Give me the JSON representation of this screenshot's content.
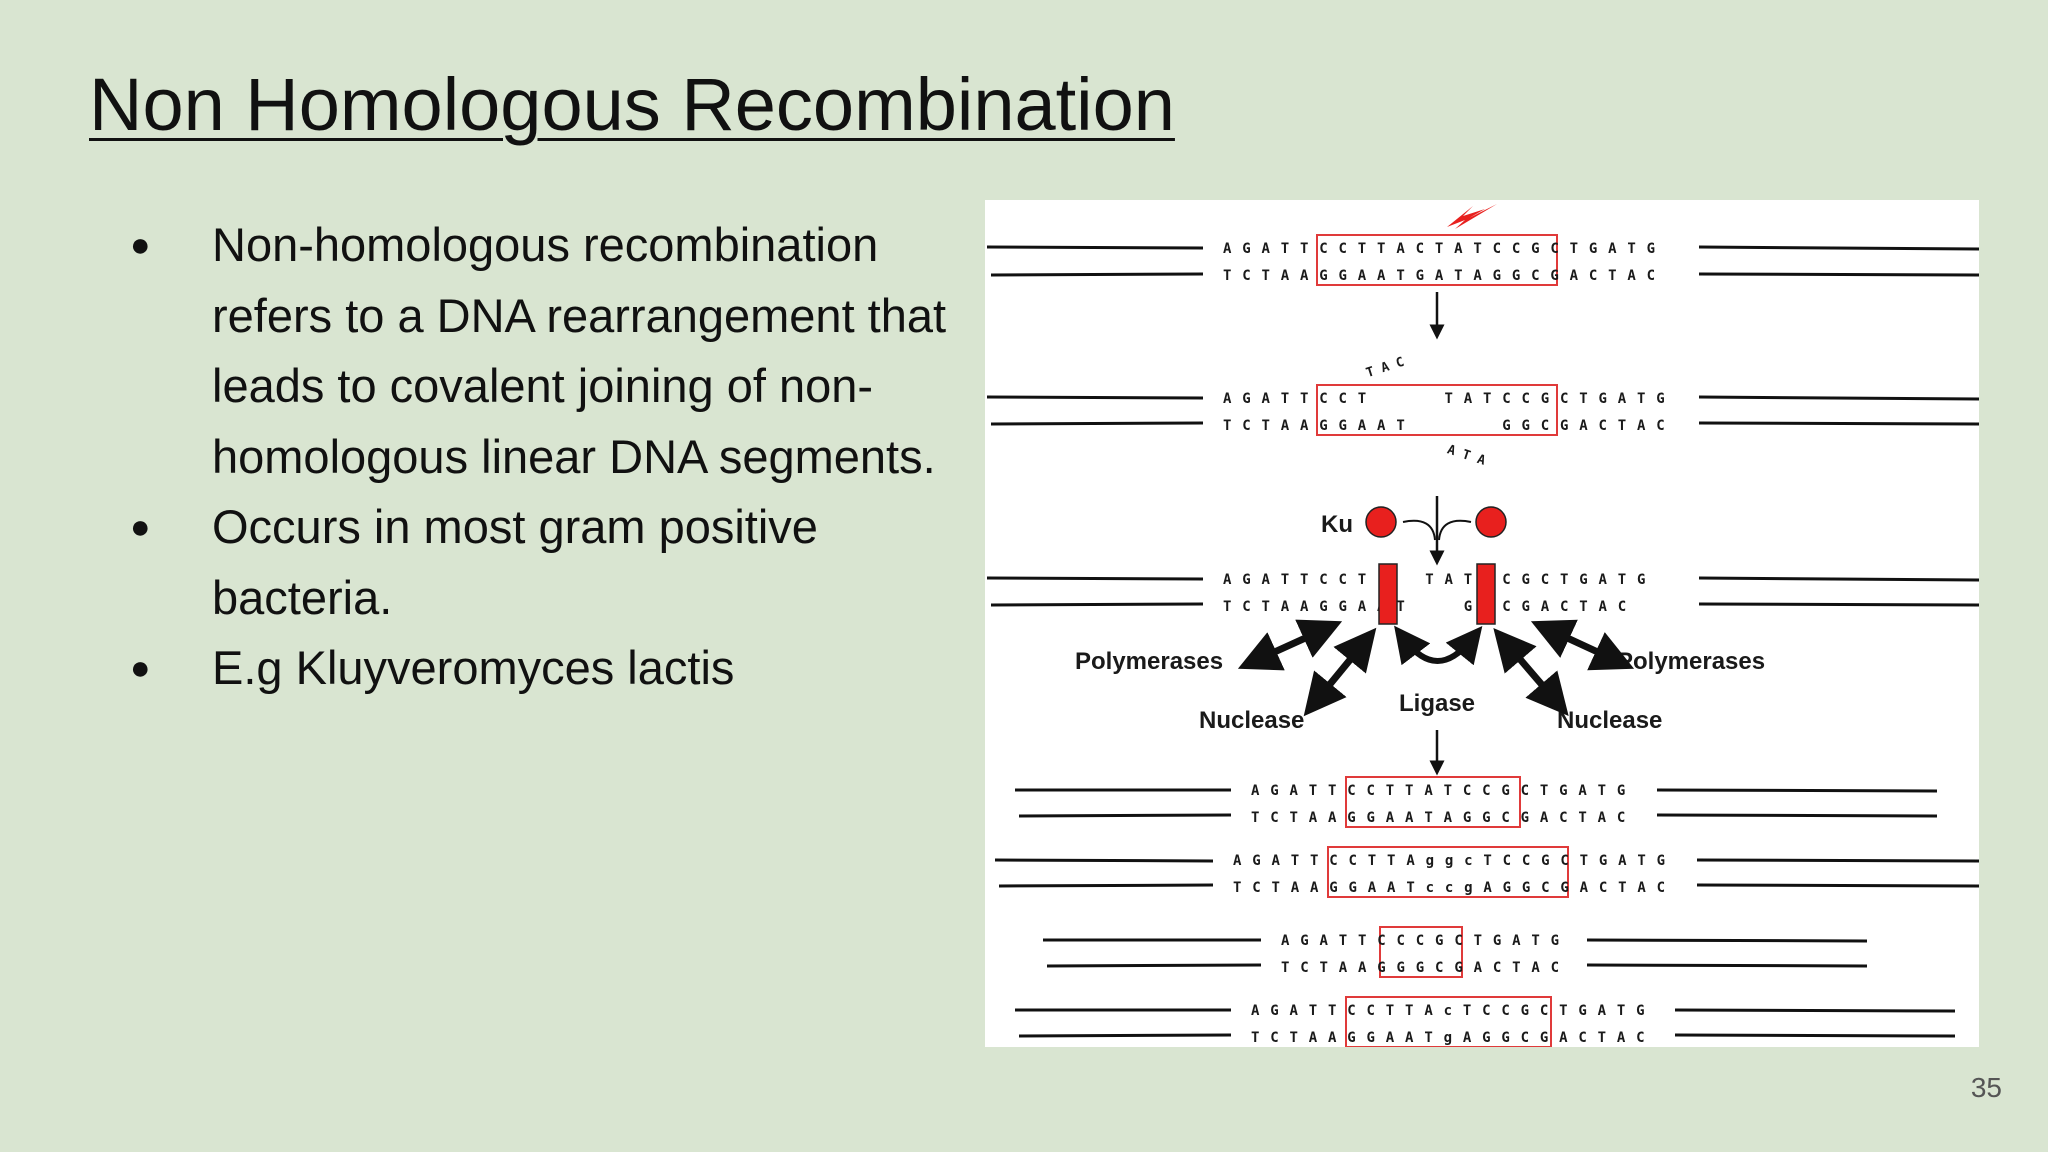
{
  "slide": {
    "title": "Non Homologous Recombination",
    "bullets": [
      "Non-homologous recombination refers to a DNA rearrangement that leads to covalent joining of non-homologous linear DNA segments.",
      "Occurs in most gram positive bacteria.",
      "E.g Kluyveromyces lactis"
    ],
    "page_number": "35"
  },
  "figure": {
    "labels": {
      "ku": "Ku",
      "polymerases_left": "Polymerases",
      "polymerases_right": "Polymerases",
      "nuclease_left": "Nuclease",
      "nuclease_right": "Nuclease",
      "ligase": "Ligase"
    },
    "overhang_top": "T A C",
    "overhang_bottom": "A T A",
    "rows": [
      {
        "top": "A G A T T C C T T A C T A T C C G C T G A T G",
        "bottom": "T C T A A G G A A T G A T A G G C G A C T A C"
      },
      {
        "top": "A G A T T C C T        T A T C C G C T G A T G",
        "bottom": "T C T A A G G A A T          G G C G A C T A C"
      },
      {
        "top": "A G A T T C C T      T A T C C G C T G A T G",
        "bottom": "T C T A A G G A A T      G G C G A C T A C"
      },
      {
        "top": "A G A T T C C T T A T C C G C T G A T G",
        "bottom": "T C T A A G G A A T A G G C G A C T A C"
      },
      {
        "top": "A G A T T C C T T A g g c T C C G C T G A T G",
        "bottom": "T C T A A G G A A T c c g A G G C G A C T A C"
      },
      {
        "top": "A G A T T C C C G C T G A T G",
        "bottom": "T C T A A G G G C G A C T A C"
      },
      {
        "top": "A G A T T C C T T A c T C C G C T G A T G",
        "bottom": "T C T A A G G A A T g A G G C G A C T A C"
      }
    ],
    "colors": {
      "red": "#e8201e",
      "box": "#e03a3a",
      "ink": "#1a1a1a"
    }
  }
}
